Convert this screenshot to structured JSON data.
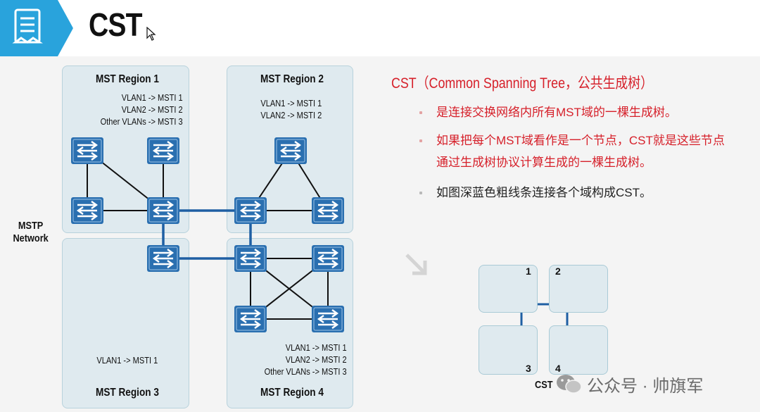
{
  "header": {
    "title": "CST"
  },
  "network_label": "MSTP\nNetwork",
  "regions": [
    {
      "name": "MST Region 1",
      "mappings": [
        "VLAN1 -> MSTI 1",
        "VLAN2 -> MSTI 2",
        "Other VLANs -> MSTI 3"
      ]
    },
    {
      "name": "MST Region 2",
      "mappings": [
        "VLAN1 -> MSTI 1",
        "VLAN2 -> MSTI 2"
      ]
    },
    {
      "name": "MST Region 3",
      "mappings": [
        "VLAN1 -> MSTI 1"
      ]
    },
    {
      "name": "MST Region 4",
      "mappings": [
        "VLAN1 -> MSTI 1",
        "VLAN2 -> MSTI 2",
        "Other VLANs -> MSTI 3"
      ]
    }
  ],
  "explanation": {
    "title": "CST（Common Spanning Tree，公共生成树）",
    "bullets": [
      {
        "lines": [
          "是连接交换网络内所有MST域的一棵生成树。"
        ],
        "color": "#d6202a"
      },
      {
        "lines": [
          "如果把每个MST域看作是一个节点，CST就是这些节点",
          "通过生成树协议计算生成的一棵生成树。"
        ],
        "color": "#d6202a"
      },
      {
        "lines": [
          "如图深蓝色粗线条连接各个域构成CST。"
        ],
        "color": "#222222"
      }
    ]
  },
  "cst_diagram": {
    "node_labels": [
      "1",
      "2",
      "3",
      "4"
    ],
    "label": "CST"
  },
  "watermark": {
    "text": "公众号 · 帅旗军"
  },
  "colors": {
    "accent": "#d6202a",
    "switch": "#2a6fb0",
    "region": "#dfeaef",
    "header_tab": "#29a3dc"
  },
  "icons": {
    "header": "document-icon",
    "switch": "switch-icon",
    "cursor": "cursor-icon",
    "watermark": "wechat-icon"
  }
}
